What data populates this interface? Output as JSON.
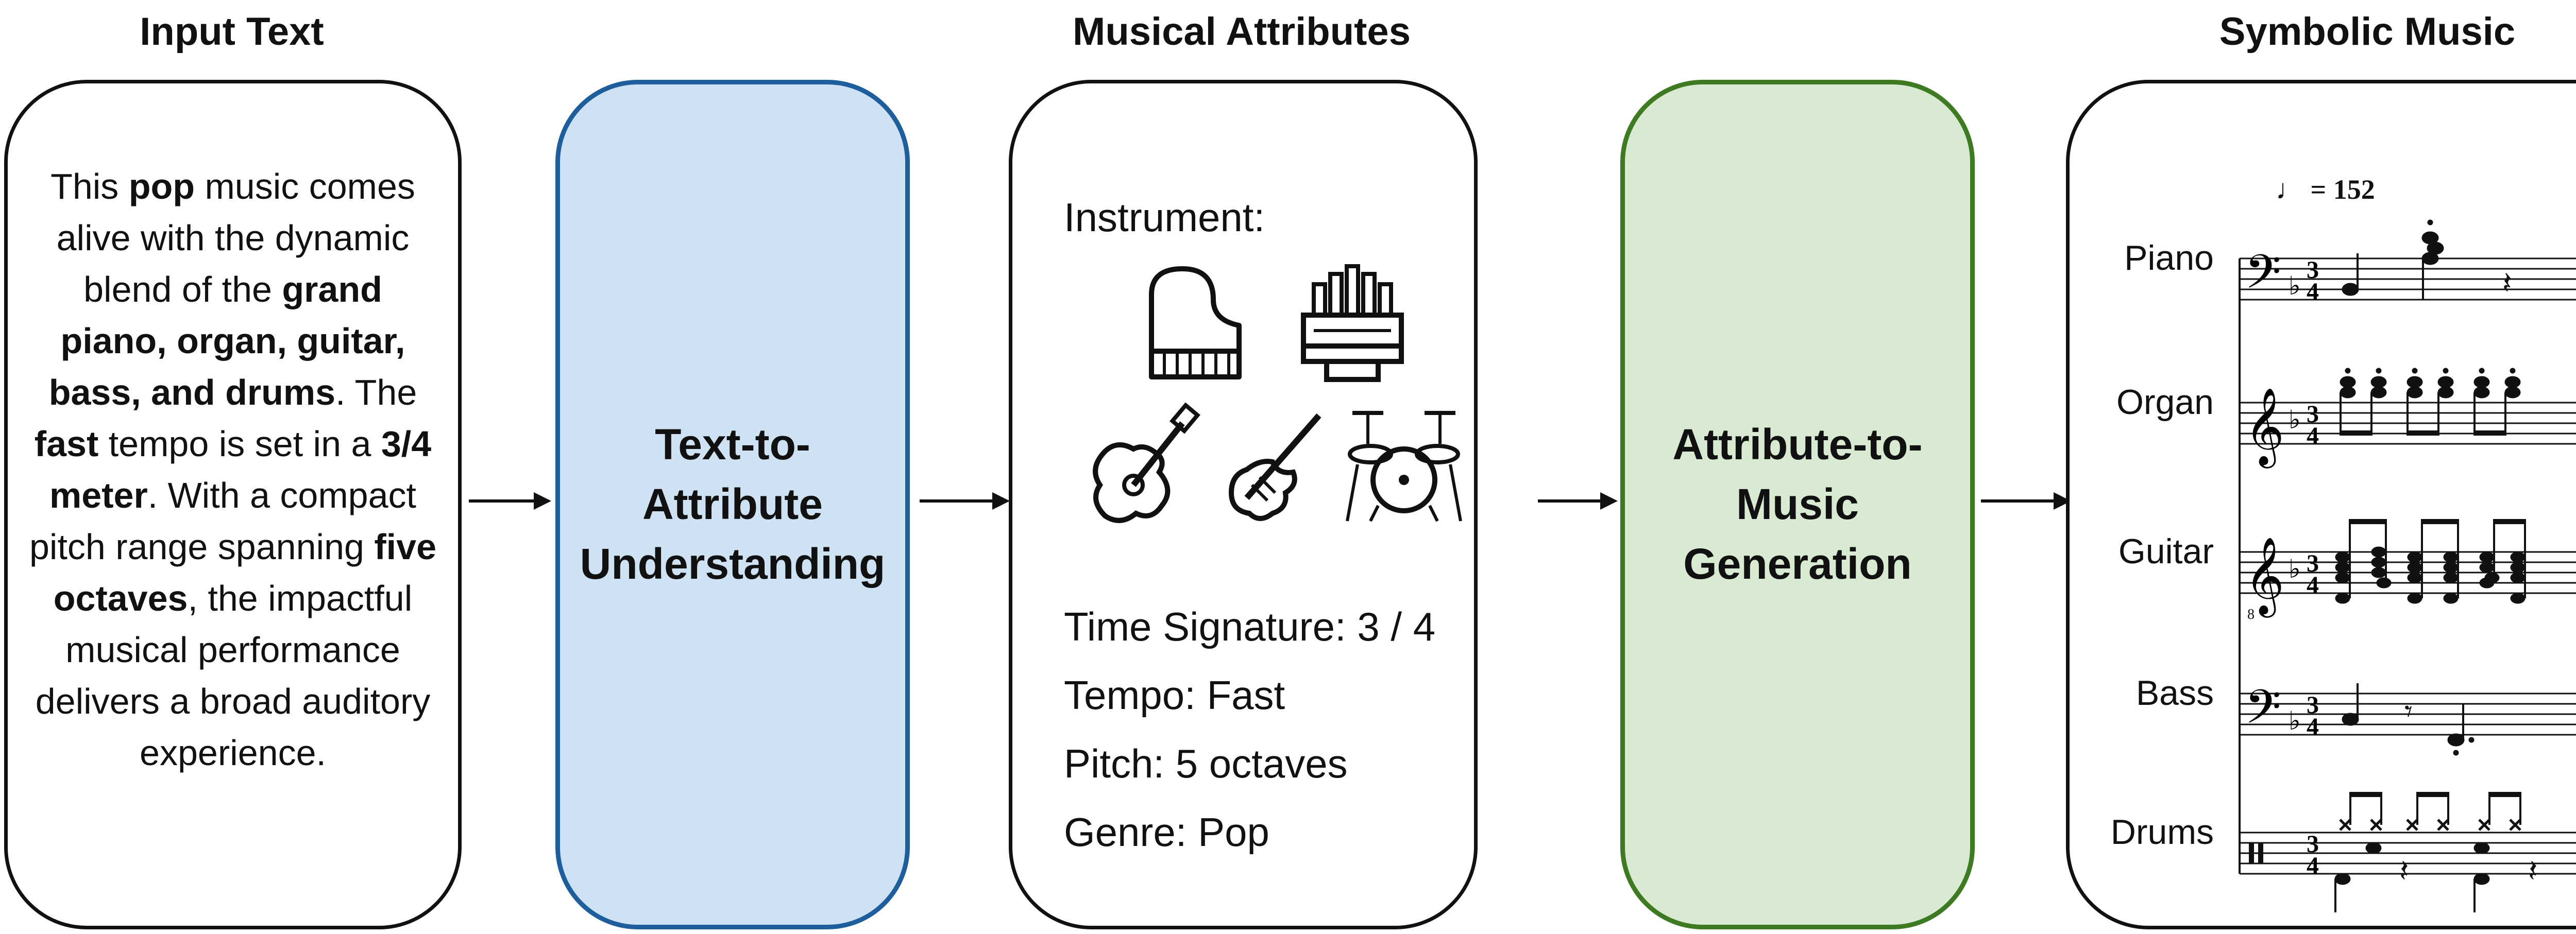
{
  "titles": {
    "input": "Input Text",
    "attributes": "Musical Attributes",
    "symbolic": "Symbolic Music"
  },
  "input_text": [
    {
      "text": "This ",
      "bold": false
    },
    {
      "text": "pop",
      "bold": true
    },
    {
      "text": " music comes alive with the dynamic blend of the ",
      "bold": false
    },
    {
      "text": "grand piano, organ, guitar, bass, and drums",
      "bold": true
    },
    {
      "text": ". The ",
      "bold": false
    },
    {
      "text": "fast",
      "bold": true
    },
    {
      "text": " tempo is set in a ",
      "bold": false
    },
    {
      "text": "3/4 meter",
      "bold": true
    },
    {
      "text": ". With a compact pitch range spanning ",
      "bold": false
    },
    {
      "text": "five octaves",
      "bold": true
    },
    {
      "text": ", the impactful musical performance delivers a broad auditory experience.",
      "bold": false
    }
  ],
  "stage1": {
    "line1": "Text-to-",
    "line2": "Attribute",
    "line3": "Understanding"
  },
  "stage2": {
    "line1": "Attribute-to-",
    "line2": "Music",
    "line3": "Generation"
  },
  "attributes": {
    "instrument_label": "Instrument:",
    "instrument_icons": [
      "grand-piano-icon",
      "organ-icon",
      "acoustic-guitar-icon",
      "electric-guitar-icon",
      "drum-kit-icon"
    ],
    "time_signature": "Time Signature: 3 / 4",
    "tempo": "Tempo: Fast",
    "pitch": "Pitch: 5 octaves",
    "genre": "Genre: Pop"
  },
  "score": {
    "tempo_mark": "♩ = 152",
    "time_signature": {
      "top": "3",
      "bottom": "4"
    },
    "tracks": [
      "Piano",
      "Organ",
      "Guitar",
      "Bass",
      "Drums"
    ],
    "ellipsis": "..."
  },
  "colors": {
    "stage_blue_fill": "#cfe2f3",
    "stage_blue_border": "#1f5e9c",
    "stage_green_fill": "#d9ead3",
    "stage_green_border": "#3d7a22"
  }
}
